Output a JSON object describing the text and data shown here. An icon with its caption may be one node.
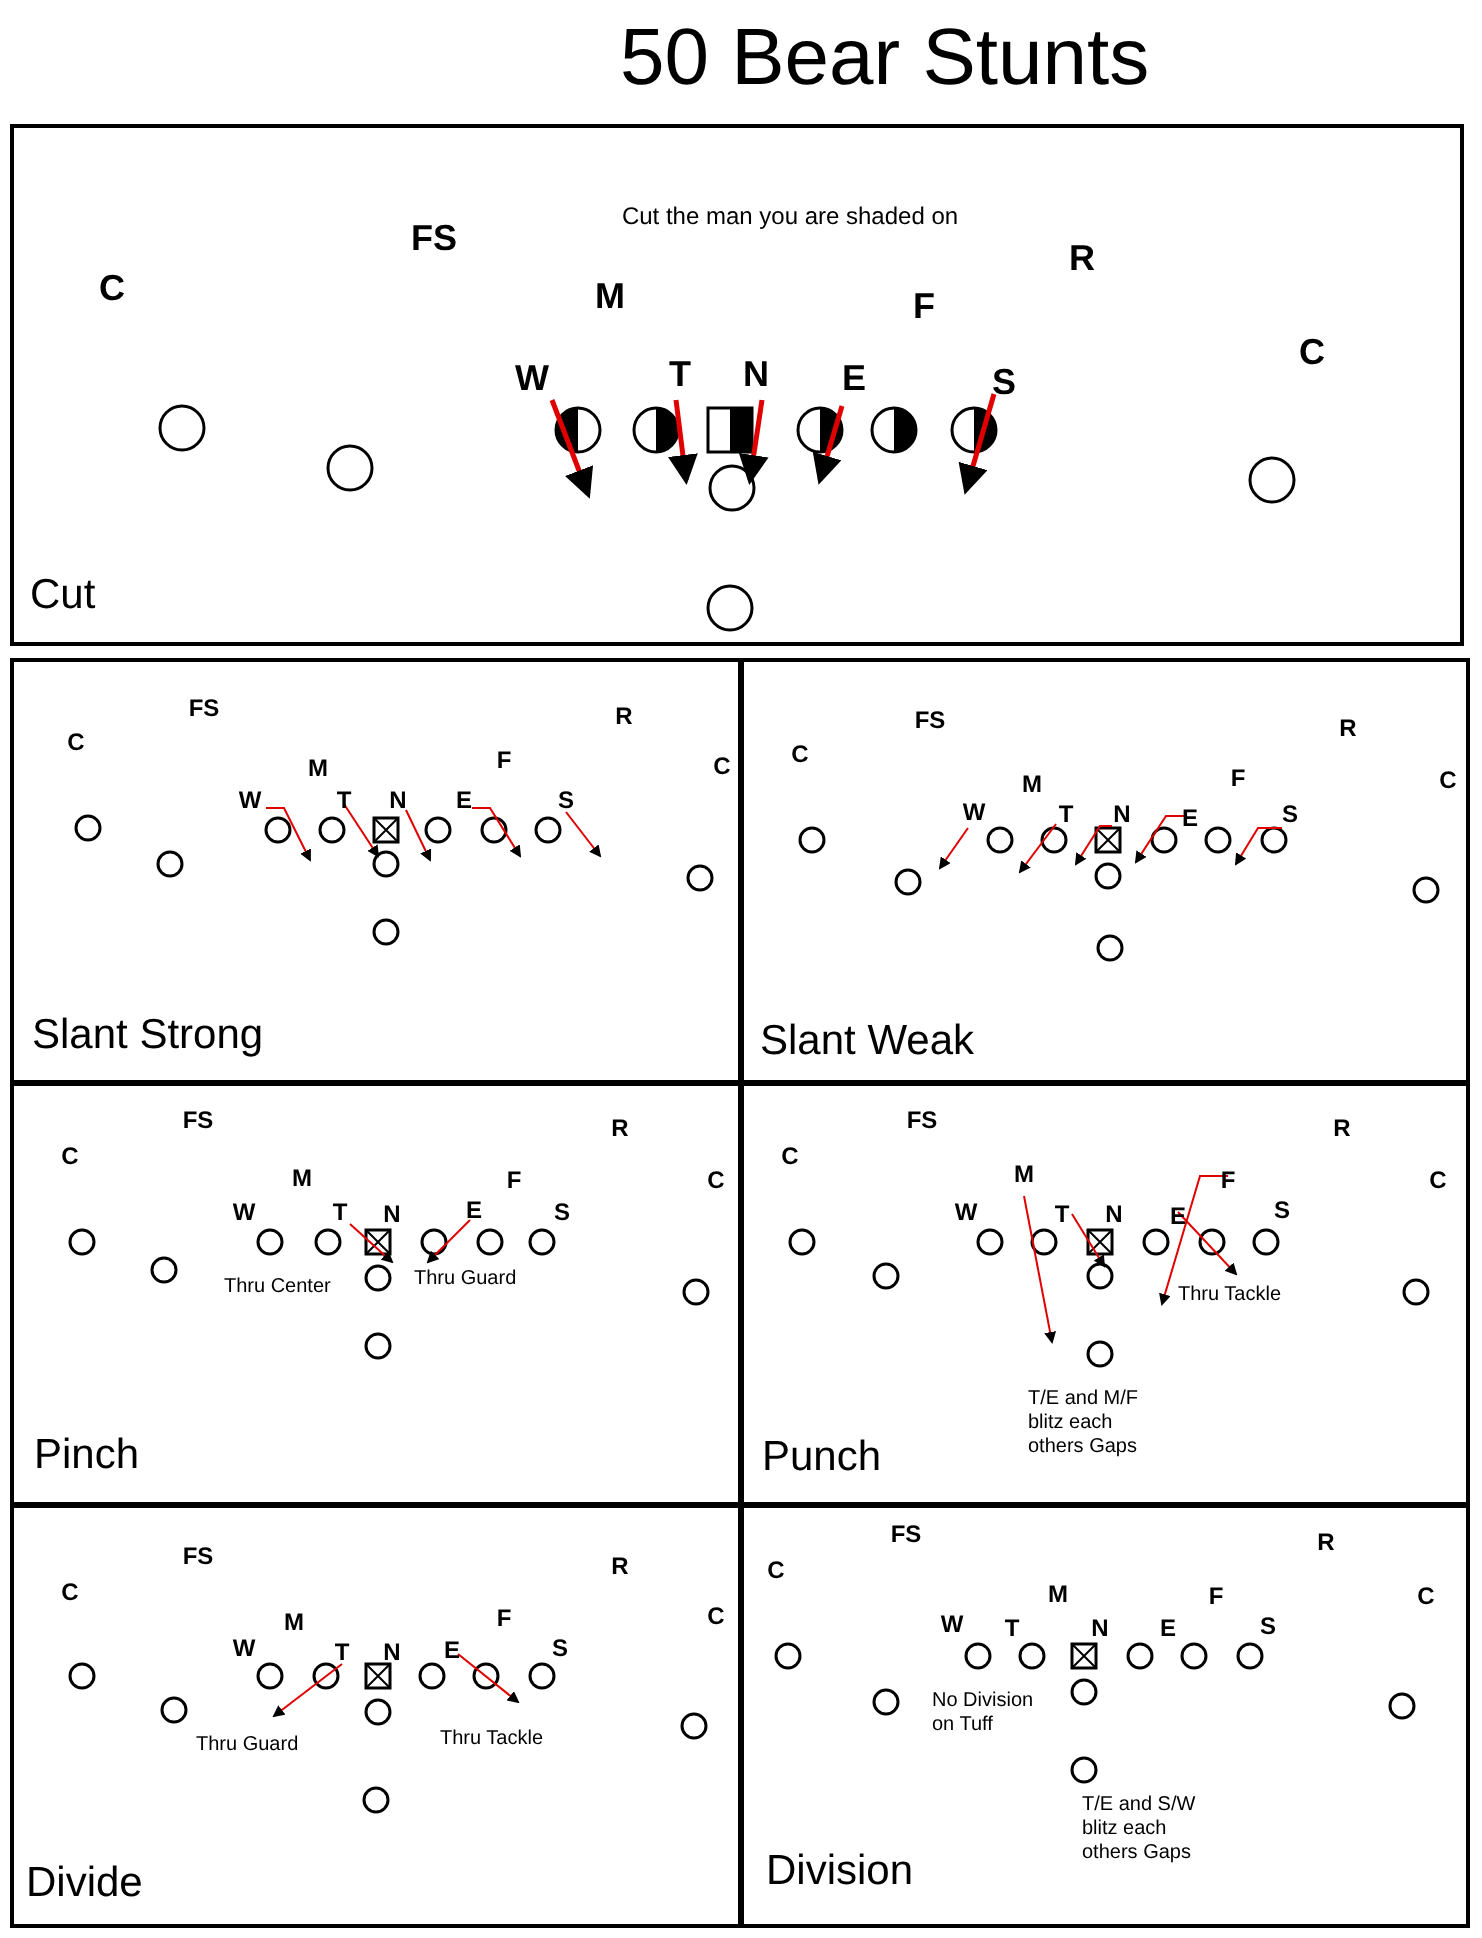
{
  "diagram": {
    "title": "50 Bear Stunts",
    "nodes": [
      {
        "text": [
          "Cut"
        ]
      },
      {
        "text": [
          "Slant Strong"
        ]
      },
      {
        "text": [
          "Slant Weak"
        ]
      },
      {
        "text": [
          "Pinch"
        ]
      },
      {
        "text": [
          "Punch"
        ]
      },
      {
        "text": [
          "Divide"
        ]
      },
      {
        "text": [
          "Division"
        ]
      }
    ],
    "labels": [
      "Cut the man you are shaded on",
      "FS",
      "R",
      "C",
      "M",
      "F",
      "C",
      "W",
      "T",
      "N",
      "E",
      "S",
      "FS",
      "R",
      "C",
      "M",
      "F",
      "C",
      "W",
      "T",
      "N",
      "E",
      "S",
      "FS",
      "R",
      "C",
      "M",
      "F",
      "C",
      "W",
      "T",
      "N",
      "E",
      "S",
      "FS",
      "R",
      "C",
      "M",
      "F",
      "C",
      "W",
      "T",
      "N",
      "E",
      "S",
      "Thru Center",
      "Thru Guard",
      "FS",
      "R",
      "C",
      "M",
      "F",
      "C",
      "W",
      "T",
      "N",
      "E",
      "S",
      "Thru Tackle",
      "T/E and M/F blitz each others Gaps",
      "FS",
      "R",
      "C",
      "M",
      "F",
      "C",
      "W",
      "T",
      "N",
      "E",
      "S",
      "Thru Guard",
      "Thru Tackle",
      "FS",
      "R",
      "C",
      "M",
      "F",
      "C",
      "W",
      "T",
      "N",
      "E",
      "S",
      "No Division on Tuff",
      "T/E and S/W blitz each others Gaps"
    ]
  }
}
